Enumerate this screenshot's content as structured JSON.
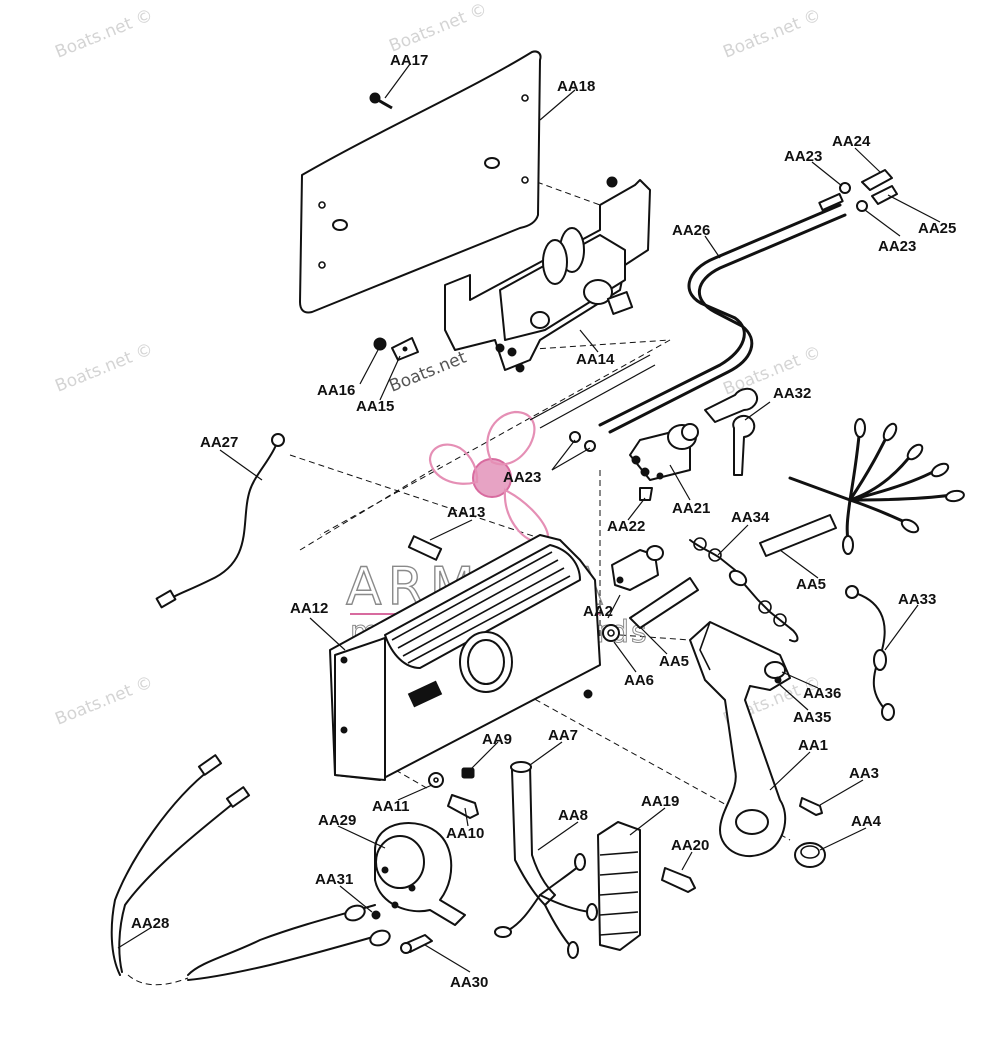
{
  "watermarks": [
    "Boats.net ©",
    "Boats.net ©",
    "Boats.net ©",
    "Boats.net ©",
    "Boats.net ©",
    "Boats.net ©",
    "Boats.net ©",
    "Boats.net"
  ],
  "logo": {
    "name": "ARMADA",
    "tagline": "marine outboards"
  },
  "parts": [
    "AA17",
    "AA18",
    "AA24",
    "AA23",
    "AA26",
    "AA25",
    "AA23",
    "AA16",
    "AA15",
    "AA14",
    "AA32",
    "AA27",
    "AA23",
    "AA21",
    "AA22",
    "AA13",
    "AA34",
    "AA5",
    "AA12",
    "AA2",
    "AA33",
    "AA5",
    "AA6",
    "AA36",
    "AA35",
    "AA9",
    "AA7",
    "AA1",
    "AA11",
    "AA3",
    "AA10",
    "AA29",
    "AA8",
    "AA19",
    "AA4",
    "AA20",
    "AA31",
    "AA28",
    "AA30"
  ]
}
